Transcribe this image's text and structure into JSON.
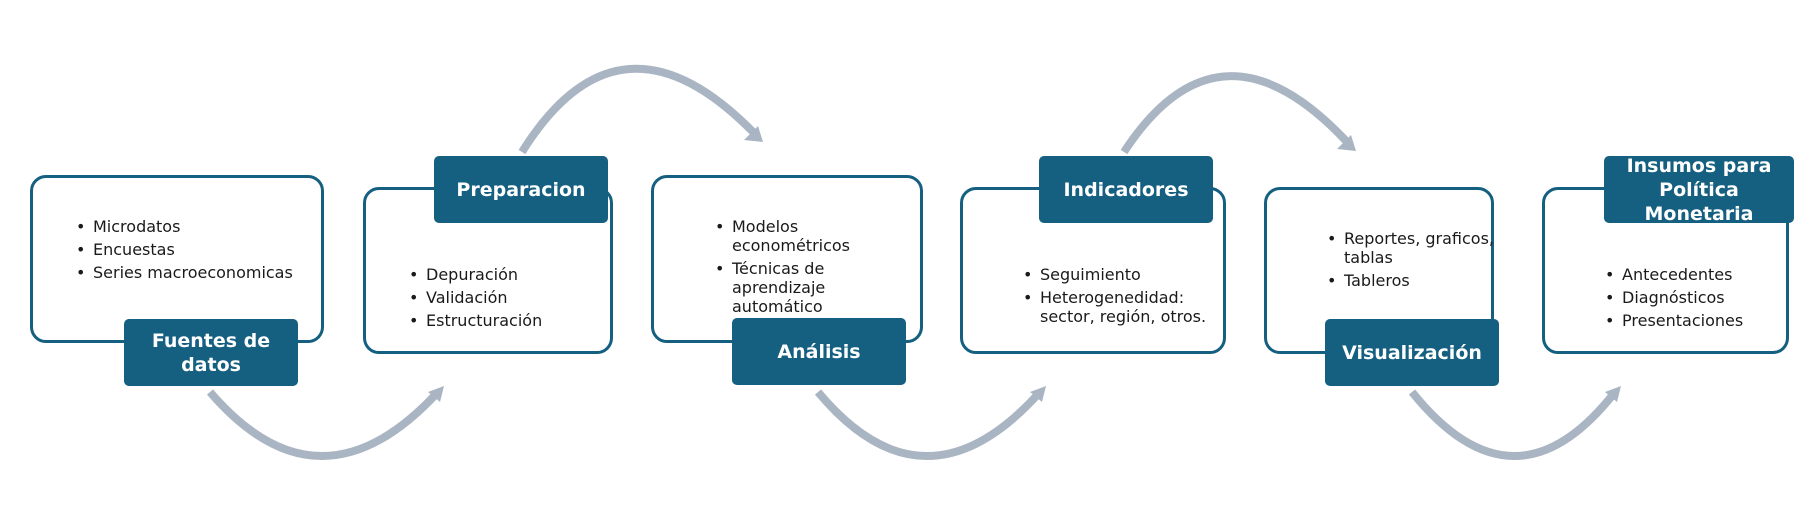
{
  "stages": [
    {
      "id": "fuentes",
      "label": "Fuentes de datos",
      "items": [
        "Microdatos",
        "Encuestas",
        "Series macroeconomicas"
      ]
    },
    {
      "id": "preparacion",
      "label": "Preparacion",
      "items": [
        "Depuración",
        "Validación",
        "Estructuración"
      ]
    },
    {
      "id": "analisis",
      "label": "Análisis",
      "items": [
        "Modelos econométricos",
        "Técnicas de aprendizaje automático"
      ]
    },
    {
      "id": "indicadores",
      "label": "Indicadores",
      "items": [
        "Seguimiento",
        "Heterogenedidad: sector, región, otros."
      ]
    },
    {
      "id": "visualizacion",
      "label": "Visualización",
      "items": [
        "Reportes, graficos, tablas",
        "Tableros"
      ]
    },
    {
      "id": "insumos",
      "label": "Insumos para Política Monetaria",
      "items": [
        "Antecedentes",
        "Diagnósticos",
        "Presentaciones"
      ]
    }
  ],
  "colors": {
    "card_border": "#155f80",
    "label_fill": "#155f80",
    "label_text": "#ffffff",
    "arrow": "#aab5c3"
  }
}
